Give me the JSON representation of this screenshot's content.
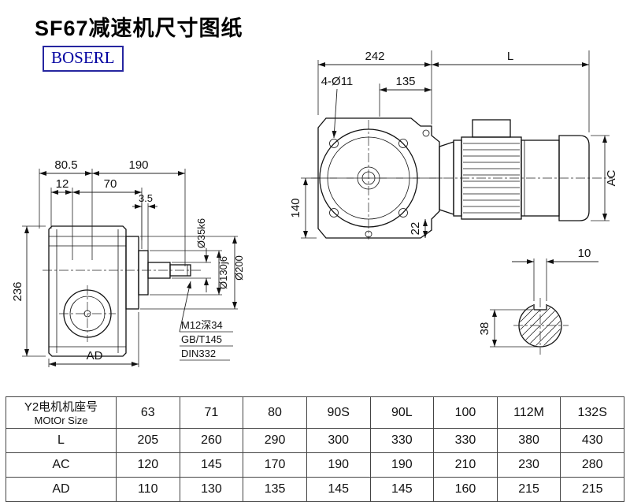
{
  "page": {
    "title": "SF67减速机尺寸图纸",
    "logo": "BOSERL"
  },
  "front_view": {
    "dim_242": "242",
    "dim_L": "L",
    "dim_135": "135",
    "dim_4d11": "4-Ø11",
    "dim_140": "140",
    "dim_22": "22",
    "dim_AC": "AC"
  },
  "side_view": {
    "dim_80_5": "80.5",
    "dim_190": "190",
    "dim_12": "12",
    "dim_70": "70",
    "dim_3_5": "3.5",
    "dim_236": "236",
    "dim_AD": "AD",
    "dia_shaft": "Ø35k6",
    "dia_spigot": "Ø130j6",
    "dia_flange": "Ø200",
    "note_line1": "M12深34",
    "note_line2": "GB/T145",
    "note_line3": "DIN332"
  },
  "shaft_view": {
    "dim_10": "10",
    "dim_38": "38"
  },
  "table": {
    "header": {
      "label_cn": "Y2电机机座号",
      "label_en": "MOtOr Size"
    },
    "sizes": [
      "63",
      "71",
      "80",
      "90S",
      "90L",
      "100",
      "112M",
      "132S"
    ],
    "rows": [
      {
        "label": "L",
        "values": [
          "205",
          "260",
          "290",
          "300",
          "330",
          "330",
          "380",
          "430"
        ]
      },
      {
        "label": "AC",
        "values": [
          "120",
          "145",
          "170",
          "190",
          "190",
          "210",
          "230",
          "280"
        ]
      },
      {
        "label": "AD",
        "values": [
          "110",
          "130",
          "135",
          "145",
          "145",
          "160",
          "215",
          "215"
        ]
      }
    ]
  }
}
